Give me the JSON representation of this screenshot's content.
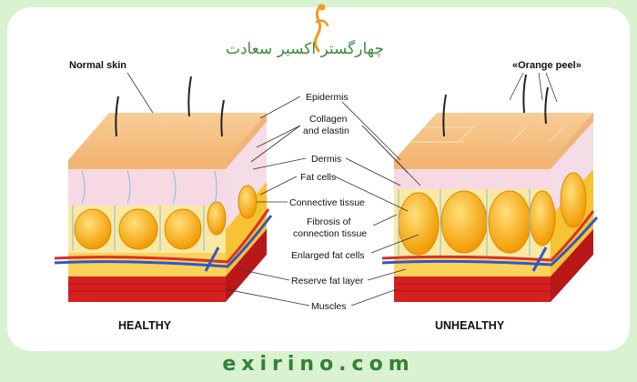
{
  "brand": {
    "logo_text": "چهارگستر اکسیر سعادت",
    "footer_url": "exirino.com"
  },
  "labels": {
    "normal_skin": "Normal skin",
    "orange_peel": "«Orange peel»",
    "epidermis": "Epidermis",
    "collagen": "Collagen",
    "and_elastin": "and elastin",
    "dermis": "Dermis",
    "fat_cells": "Fat cells",
    "connective_tissue": "Connective tissue",
    "fibrosis": "Fibrosis of",
    "connection_tissue": "connection tissue",
    "enlarged_fat_cells": "Enlarged fat cells",
    "reserve_fat_layer": "Reserve fat layer",
    "muscles": "Muscles",
    "healthy": "HEALTHY",
    "unhealthy": "UNHEALTHY"
  },
  "colors": {
    "background": "#d9f2d0",
    "brand_green": "#35803a",
    "skin_top": "#f7c489",
    "dermis_pink": "#f6d4e0",
    "fat_orange": "#f5a800",
    "muscle_red": "#d51f1f",
    "artery_red": "#d8312a",
    "vein_blue": "#2f58c8"
  }
}
